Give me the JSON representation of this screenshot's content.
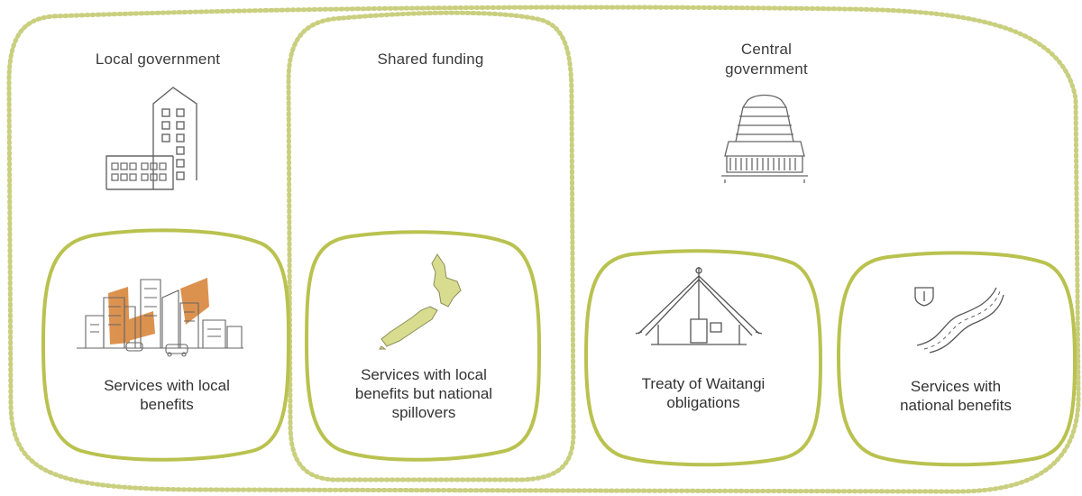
{
  "colors": {
    "dotted_outline": "#c9cf7e",
    "node_outline": "#b9c24f",
    "ink": "#555555",
    "accent_orange": "#d9873d",
    "map_fill": "#d8dc8f"
  },
  "groups": {
    "local": "Local government",
    "shared": "Shared funding",
    "central": "Central\ngovernment"
  },
  "nodes": {
    "local_benefits": "Services with local\nbenefits",
    "spillovers": "Services with local\nbenefits but national\nspillovers",
    "treaty": "Treaty of Waitangi\nobligations",
    "national": "Services with\nnational benefits"
  },
  "icons": {
    "local": "office-building-icon",
    "central": "beehive-parliament-icon",
    "local_benefits": "city-skyline-icon",
    "spillovers": "new-zealand-map-icon",
    "treaty": "wharenui-meeting-house-icon",
    "national": "highway-road-icon"
  }
}
